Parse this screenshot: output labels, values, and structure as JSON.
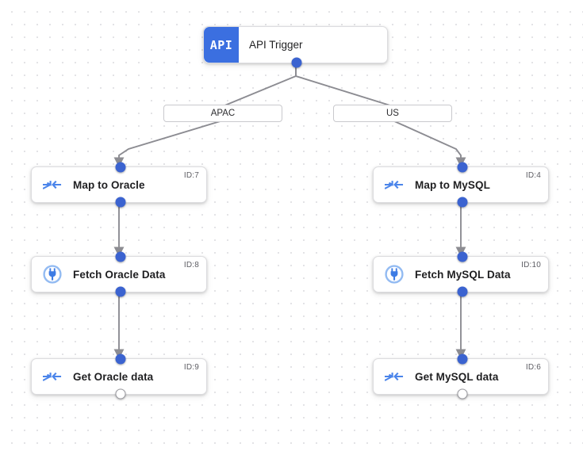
{
  "canvas": {
    "background_color": "#ffffff",
    "dot_color": "#e3e3e6",
    "accent_color": "#3b63d0",
    "api_badge_color": "#3b6fe0",
    "edge_color": "#8c8c92"
  },
  "trigger": {
    "badge_text": "API",
    "title": "API Trigger",
    "icon": "api-badge-icon",
    "output_port": "filled"
  },
  "edge_labels": [
    {
      "text": "APAC",
      "name": "edge-label-apac"
    },
    {
      "text": "US",
      "name": "edge-label-us"
    }
  ],
  "branches": [
    {
      "name": "apac-branch",
      "condition": "APAC",
      "nodes": [
        {
          "label": "Map to Oracle",
          "id_text": "ID:7",
          "icon": "merge-arrows-icon",
          "input_port": "filled",
          "output_port": "filled"
        },
        {
          "label": "Fetch Oracle Data",
          "id_text": "ID:8",
          "icon": "plug-circle-icon",
          "input_port": "filled",
          "output_port": "filled"
        },
        {
          "label": "Get Oracle data",
          "id_text": "ID:9",
          "icon": "merge-arrows-icon",
          "input_port": "filled",
          "output_port": "hollow"
        }
      ]
    },
    {
      "name": "us-branch",
      "condition": "US",
      "nodes": [
        {
          "label": "Map to MySQL",
          "id_text": "ID:4",
          "icon": "merge-arrows-icon",
          "input_port": "filled",
          "output_port": "filled"
        },
        {
          "label": "Fetch MySQL Data",
          "id_text": "ID:10",
          "icon": "plug-circle-icon",
          "input_port": "filled",
          "output_port": "filled"
        },
        {
          "label": "Get MySQL data",
          "id_text": "ID:6",
          "icon": "merge-arrows-icon",
          "input_port": "filled",
          "output_port": "hollow"
        }
      ]
    }
  ]
}
